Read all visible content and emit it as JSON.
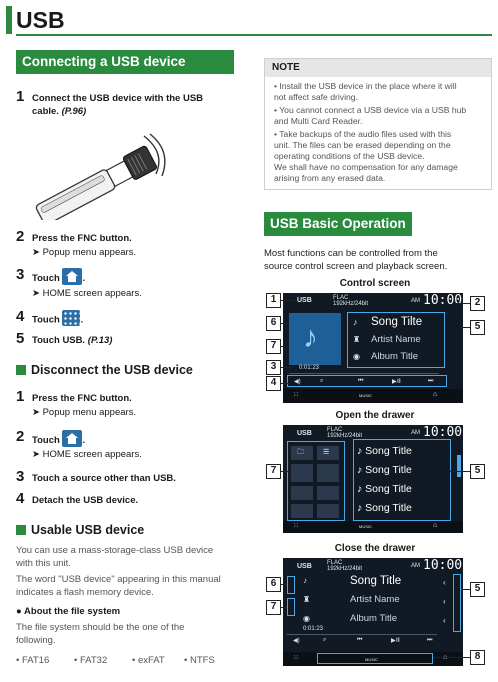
{
  "page": {
    "title": "USB"
  },
  "sections": {
    "connecting": "Connecting a USB device",
    "basic_op": "USB Basic Operation"
  },
  "connect_steps": [
    {
      "num": "1",
      "text": "Connect the USB device with the USB",
      "text2": "cable.",
      "ref": "(P.96)"
    }
  ],
  "steps": {
    "s2_a": "Press the ",
    "s2_fnc": "FNC",
    "s2_b": " button.",
    "s2_sub": "➤ Popup menu appears.",
    "s3_text": "Touch",
    "s3_sub": "➤ HOME screen appears.",
    "s4_text": "Touch",
    "s5_a": "Touch ",
    "s5_usb": "USB",
    "s5_ref": ". (P.13)"
  },
  "disconnect": {
    "title": "Disconnect the USB device",
    "s1_a": "Press the ",
    "s1_fnc": "FNC",
    "s1_b": " button.",
    "s1_sub": "➤ Popup menu appears.",
    "s2_text": "Touch",
    "s2_sub": "➤ HOME screen appears.",
    "s3_a": "Touch a source other than ",
    "s3_usb": "USB",
    "s3_b": ".",
    "s4": "Detach the USB device."
  },
  "usable": {
    "title": "Usable USB device",
    "p1_l1": "You can use a mass-storage-class USB device",
    "p1_l2": "with this unit.",
    "p2_l1": "The word \"USB device\" appearing in this manual",
    "p2_l2": "indicates a flash memory device.",
    "fs_head": "About the file system",
    "fs_l1": "The file system should be the one of the",
    "fs_l2": "following.",
    "fs_types": [
      "FAT16",
      "FAT32",
      "exFAT",
      "NTFS"
    ]
  },
  "note": {
    "head": "NOTE",
    "items": [
      [
        "• Install the USB device in the place where it will",
        "  not affect safe driving."
      ],
      [
        "• You cannot connect a USB device via a USB hub",
        "  and Multi Card Reader."
      ],
      [
        "• Take backups of the audio files used with this",
        "  unit. The files can be erased depending on the",
        "  operating conditions of the USB device.",
        "  We shall have no compensation for any damage",
        "  arising from any erased data."
      ]
    ]
  },
  "basic_intro": {
    "l1": "Most functions can be controlled from the",
    "l2": "source control screen and playback screen."
  },
  "screens": {
    "control_label": "Control screen",
    "drawer_open_label": "Open the drawer",
    "drawer_close_label": "Close the drawer",
    "song1": "Song Tilte",
    "artist1": "Artist Name",
    "album1": "Album Title",
    "drawer_songs": [
      "Song Title",
      "Song Title",
      "Song Title",
      "Song Title"
    ],
    "song3": "Song Title",
    "artist3": "Artist Name",
    "album3": "Album Title",
    "usb_tag": "USB",
    "flac": "FLAC",
    "bitrate": "192kHz/24bit",
    "clock": "10:00",
    "am": "AM",
    "elapsed": "0:01:23",
    "music": "MUSIC"
  },
  "callouts": [
    "1",
    "2",
    "3",
    "4",
    "5",
    "6",
    "7",
    "8"
  ],
  "colors": {
    "accent": "#2a8a3e",
    "screen_bg": "#111a24",
    "highlight": "#4aa8e6"
  }
}
